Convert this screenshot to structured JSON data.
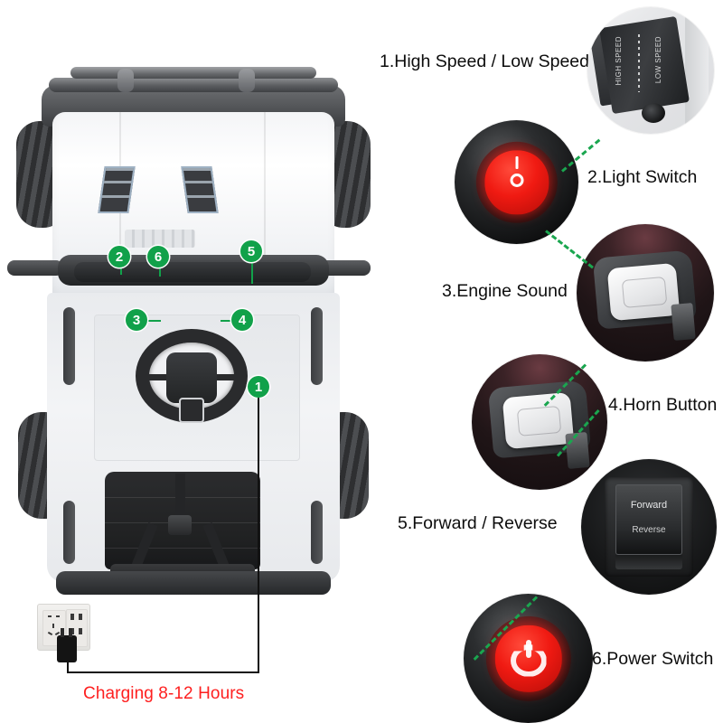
{
  "page": {
    "title": "Ride-On Car Control Panel Diagram",
    "background_color": "#ffffff",
    "badge_color": "#11a14a",
    "connector_color": "#1aa64f",
    "charging_text_color": "#fe1f1f",
    "label_color": "#0d0d0d"
  },
  "labels": [
    {
      "id": 1,
      "text": "1.High Speed / Low Speed",
      "icon": "speed-switch-icon"
    },
    {
      "id": 2,
      "text": "2.Light Switch",
      "icon": "light-rocker-switch-icon"
    },
    {
      "id": 3,
      "text": "3.Engine Sound",
      "icon": "engine-sound-button-icon"
    },
    {
      "id": 4,
      "text": "4.Horn Button",
      "icon": "horn-button-icon"
    },
    {
      "id": 5,
      "text": "5.Forward / Reverse",
      "icon": "forward-reverse-switch-icon"
    },
    {
      "id": 6,
      "text": "6.Power Switch",
      "icon": "power-rocker-switch-icon"
    }
  ],
  "badges": [
    {
      "number": "1",
      "target": "charge-port"
    },
    {
      "number": "2",
      "target": "light-switch"
    },
    {
      "number": "3",
      "target": "engine-sound-button"
    },
    {
      "number": "4",
      "target": "horn-button"
    },
    {
      "number": "5",
      "target": "forward-reverse-switch"
    },
    {
      "number": "6",
      "target": "high-low-speed-switch"
    }
  ],
  "inset1": {
    "high_speed_text": "HIGH SPEED",
    "low_speed_text": "LOW SPEED"
  },
  "inset5": {
    "forward_text": "Forward",
    "reverse_text": "Reverse"
  },
  "charging": {
    "note": "Charging 8-12 Hours"
  },
  "vehicle": {
    "name": "white ride-on kids car, top view",
    "body_color": "#f3f4f6",
    "trim_color": "#3b3d40"
  }
}
